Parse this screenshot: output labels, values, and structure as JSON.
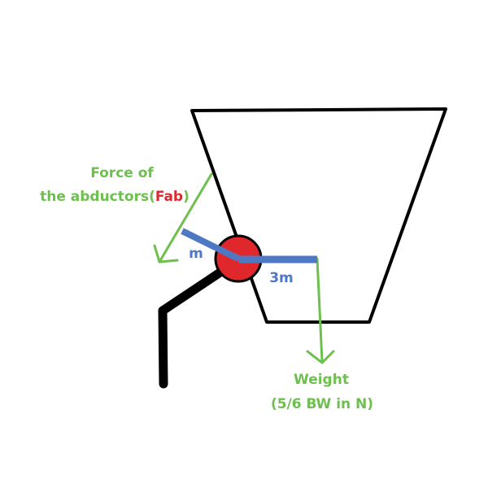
{
  "labels": {
    "force_line1": "Force of",
    "force_line2_prefix": "the abductors(",
    "force_line2_abbrev": "Fab",
    "force_line2_suffix": ")",
    "moment_arm_short": "m",
    "moment_arm_long": "3m",
    "weight_line1": "Weight",
    "weight_line2": "(5/6 BW in N)"
  },
  "colors": {
    "outline": "#000000",
    "force_green": "#6dbf4e",
    "arm_blue": "#4f78c4",
    "joint_red": "#e0282c",
    "abbrev_red": "#e0282c"
  }
}
